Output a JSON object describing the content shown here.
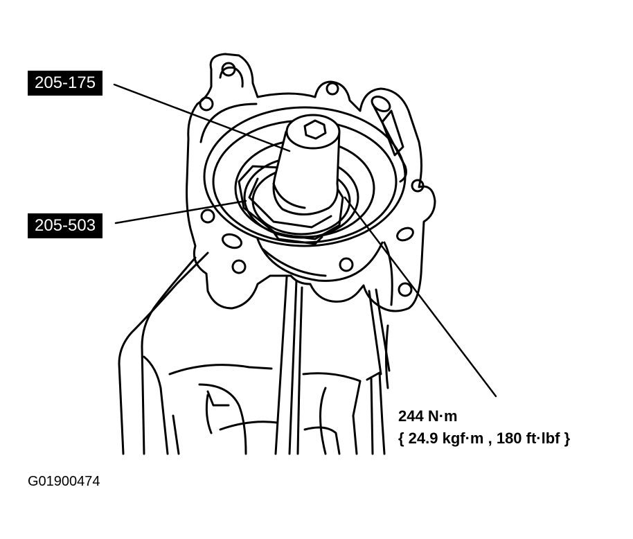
{
  "callouts": [
    {
      "label": "205-175"
    },
    {
      "label": "205-503"
    }
  ],
  "torque_spec": {
    "line1": "244 N·m",
    "line2": "{ 24.9 kgf·m , 180 ft·lbf }"
  },
  "figure_id": "G01900474"
}
